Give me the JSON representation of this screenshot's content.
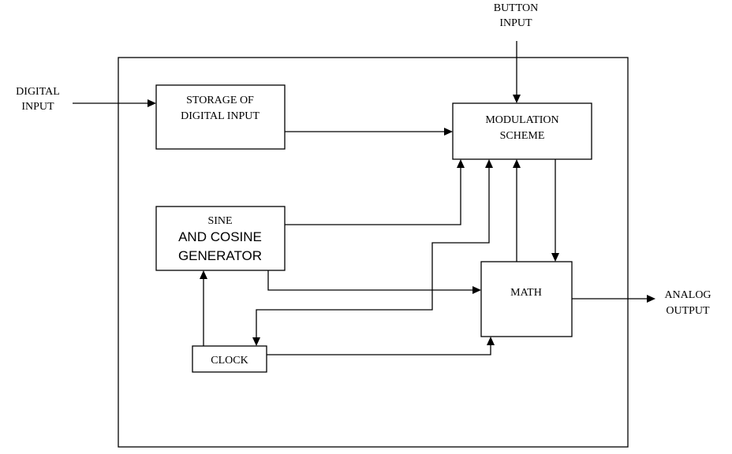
{
  "external": {
    "button_input": [
      "BUTTON",
      "INPUT"
    ],
    "digital_input": [
      "DIGITAL",
      "INPUT"
    ],
    "analog_output": [
      "ANALOG",
      "OUTPUT"
    ]
  },
  "blocks": {
    "storage": [
      "STORAGE OF",
      "DIGITAL INPUT"
    ],
    "modulation": [
      "MODULATION",
      "SCHEME"
    ],
    "sine_top": "SINE",
    "sine_lines": [
      "AND COSINE",
      "GENERATOR"
    ],
    "math": "MATH",
    "clock": "CLOCK"
  }
}
